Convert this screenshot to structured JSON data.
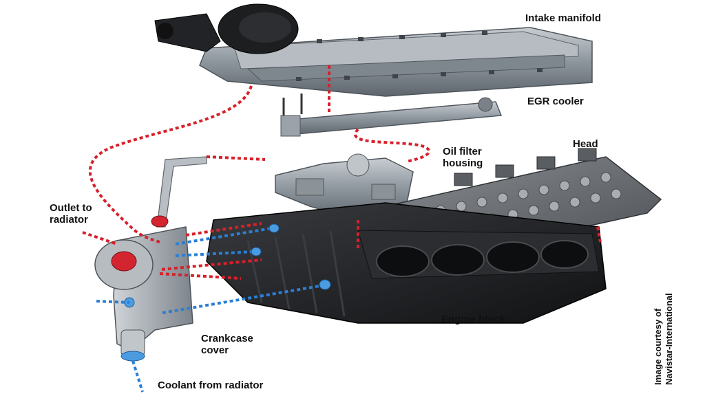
{
  "labels": {
    "intake_manifold": "Intake manifold",
    "egr_cooler": "EGR cooler",
    "head": "Head",
    "oil_filter_housing_line1": "Oil filter",
    "oil_filter_housing_line2": "housing",
    "outlet_to_radiator_line1": "Outlet to",
    "outlet_to_radiator_line2": "radiator",
    "engine_block": "Engine block",
    "crankcase_cover_line1": "Crankcase",
    "crankcase_cover_line2": "cover",
    "coolant_from_radiator": "Coolant from radiator"
  },
  "credit": {
    "line1": "Image courtesy of",
    "line2": "Navistar-International"
  },
  "colors": {
    "hot_coolant": "#d8202a",
    "cold_coolant": "#2a7fd4",
    "manifold_metal": "#9aa3ab",
    "block_dark": "#1e1f22",
    "head_gray": "#6f7378",
    "pump_metal": "#a9afb5"
  }
}
